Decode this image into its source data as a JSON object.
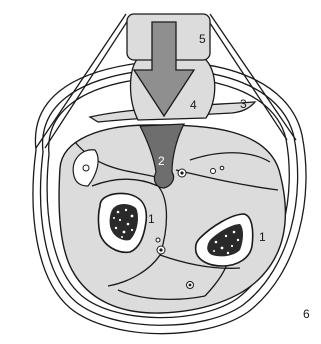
{
  "diagram": {
    "labels": {
      "bone_a": "1",
      "bone_b": "1",
      "wedge": "2",
      "band": "3",
      "pad": "4",
      "block": "5",
      "outer": "6"
    },
    "colors": {
      "line": "#1a1a1a",
      "tissue": "#dcdcdc",
      "arrow": "#8f8f8f",
      "wedge": "#6e6e6e",
      "paper": "#ffffff"
    }
  }
}
